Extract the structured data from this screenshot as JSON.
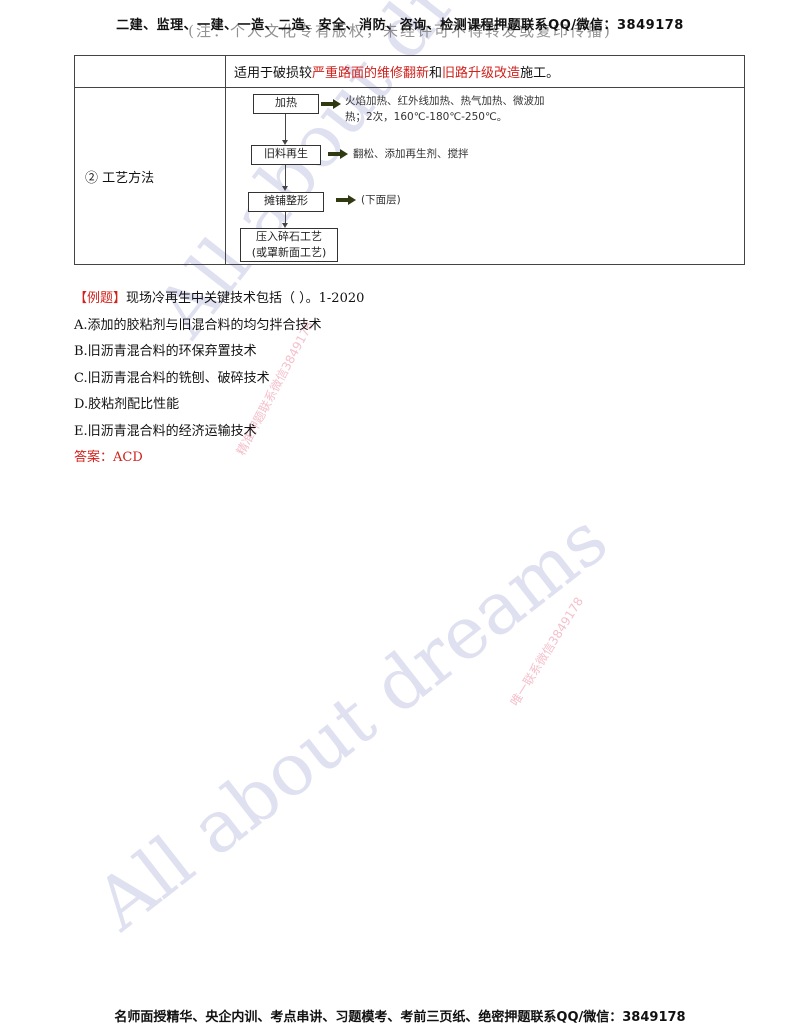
{
  "header": {
    "text": "二建、监理、一建、一造、二造、安全、消防、咨询、检测课程押题联系QQ/微信：3849178",
    "overlay_text": "(注：个人文化专有版权，未经许可不得转发或复印传播)"
  },
  "table": {
    "row1": {
      "prefix": "适用于破损较",
      "highlight1": "严重路面的维修翻新",
      "middle": "和",
      "highlight2": "旧路升级改造",
      "suffix": "施工。"
    },
    "row2": {
      "label": "② 工艺方法",
      "diagram": {
        "steps": [
          "加热",
          "旧料再生",
          "摊铺整形",
          "压入碎石工艺",
          "(或罩新面工艺)"
        ],
        "notes": {
          "heat_line1": "火焰加热、红外线加热、热气加热、微波加",
          "heat_line2": "热；2次，160℃-180℃-250℃。",
          "regen": "翻松、添加再生剂、搅拌",
          "pave": "(下面层)"
        }
      }
    }
  },
  "question": {
    "tag": "【例题】",
    "stem": "现场冷再生中关键技术包括（   ）。1-2020",
    "options": [
      "A.添加的胶粘剂与旧混合料的均匀拌合技术",
      "B.旧沥青混合料的环保弃置技术",
      "C.旧沥青混合料的铣刨、破碎技术",
      "D.胶粘剂配比性能",
      "E.旧沥青混合料的经济运输技术"
    ],
    "answer_label": "答案：",
    "answer_value": "ACD"
  },
  "footer": {
    "text": "名师面授精华、央企内训、考点串讲、习题模考、考前三页纸、绝密押题联系QQ/微信：3849178"
  },
  "watermarks": {
    "big_text": "All about dreams",
    "small_text_1": "精准押题联系微信3849178",
    "small_text_2": "唯一联系微信3849178"
  },
  "colors": {
    "highlight_red": "#d0211c",
    "arrow_dark": "#2f3a12",
    "watermark_blue": "#dfe0f0",
    "watermark_pink": "#f4c0cc"
  }
}
